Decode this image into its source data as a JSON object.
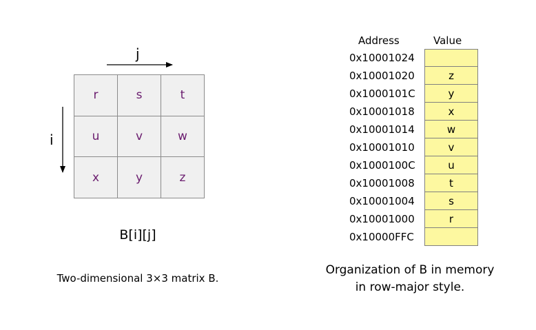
{
  "matrix": {
    "col_index_label": "j",
    "row_index_label": "i",
    "cells": [
      "r",
      "s",
      "t",
      "u",
      "v",
      "w",
      "x",
      "y",
      "z"
    ],
    "name": "B[i][j]",
    "caption": "Two-dimensional 3×3 matrix B."
  },
  "memory": {
    "address_header": "Address",
    "value_header": "Value",
    "rows": [
      {
        "address": "0x10001024",
        "value": ""
      },
      {
        "address": "0x10001020",
        "value": "z"
      },
      {
        "address": "0x1000101C",
        "value": "y"
      },
      {
        "address": "0x10001018",
        "value": "x"
      },
      {
        "address": "0x10001014",
        "value": "w"
      },
      {
        "address": "0x10001010",
        "value": "v"
      },
      {
        "address": "0x1000100C",
        "value": "u"
      },
      {
        "address": "0x10001008",
        "value": "t"
      },
      {
        "address": "0x10001004",
        "value": "s"
      },
      {
        "address": "0x10001000",
        "value": "r"
      },
      {
        "address": "0x10000FFC",
        "value": ""
      }
    ],
    "caption_line1": "Organization of B in memory",
    "caption_line2": "in row-major style."
  },
  "colors": {
    "matrix_cell_fill": "#f0f0f0",
    "matrix_text": "#6a1c6e",
    "memory_cell_fill": "#fdf8a0"
  }
}
